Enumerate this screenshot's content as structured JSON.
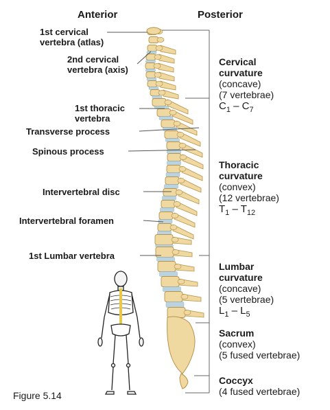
{
  "headers": {
    "anterior": "Anterior",
    "posterior": "Posterior"
  },
  "left_labels": {
    "atlas": [
      "1st cervical",
      "vertebra (atlas)"
    ],
    "axis": [
      "2nd cervical",
      "vertebra (axis)"
    ],
    "thoracic1": [
      "1st thoracic",
      "vertebra"
    ],
    "transverse": "Transverse process",
    "spinous": "Spinous process",
    "disc": "Intervertebral disc",
    "foramen": "Intervertebral foramen",
    "lumbar1": "1st Lumbar vertebra"
  },
  "regions": {
    "cervical": {
      "title": [
        "Cervical",
        "curvature"
      ],
      "desc": [
        "(concave)",
        "(7 vertebrae)"
      ],
      "range": {
        "a": "C",
        "a_sub": "1",
        "sep": " – ",
        "b": "C",
        "b_sub": "7"
      }
    },
    "thoracic": {
      "title": [
        "Thoracic",
        "curvature"
      ],
      "desc": [
        "(convex)",
        "(12 vertebrae)"
      ],
      "range": {
        "a": "T",
        "a_sub": "1",
        "sep": " – ",
        "b": "T",
        "b_sub": "12"
      }
    },
    "lumbar": {
      "title": [
        "Lumbar",
        "curvature"
      ],
      "desc": [
        "(concave)",
        "(5 vertebrae)"
      ],
      "range": {
        "a": "L",
        "a_sub": "1",
        "sep": " – ",
        "b": "L",
        "b_sub": "5"
      }
    },
    "sacrum": {
      "title": [
        "Sacrum"
      ],
      "desc": [
        "(convex)",
        "(5 fused vertebrae)"
      ]
    },
    "coccyx": {
      "title": [
        "Coccyx"
      ],
      "desc": [
        "(4 fused vertebrae)"
      ]
    }
  },
  "figure_caption": "Figure 5.14",
  "colors": {
    "bone": "#f0d9a0",
    "bone_edge": "#b8924a",
    "disc": "#b9d4e0",
    "line": "#555555",
    "spine_highlight": "#e8c84a"
  }
}
